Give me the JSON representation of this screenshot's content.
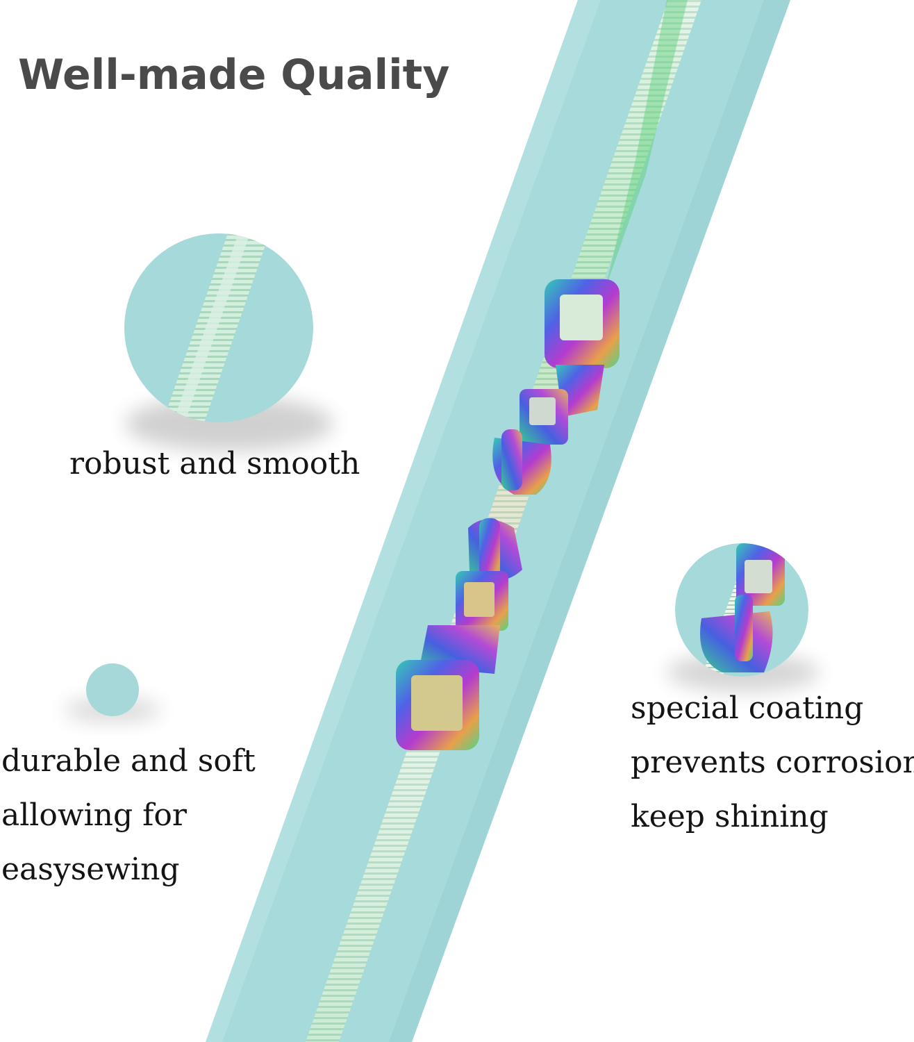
{
  "title": "Well-made Quality",
  "features": {
    "robust": "robust and smooth",
    "fabric": {
      "line1": "durable and soft",
      "line2": "allowing for",
      "line3": "easysewing"
    },
    "coating": {
      "line1": "special coating",
      "line2": "prevents corrosion",
      "line3": "keep shining"
    }
  },
  "colors": {
    "tape": "#a7dadb",
    "teeth": "#e6f2ea",
    "teeth_green": "#5fcf7a",
    "title_text": "#4a4a4a",
    "caption_text": "#141414",
    "background": "#ffffff"
  }
}
